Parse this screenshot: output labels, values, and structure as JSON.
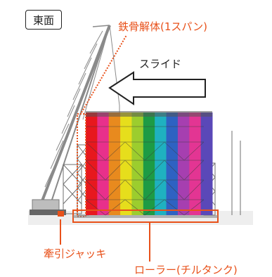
{
  "labels": {
    "view": "東面",
    "dismantle": "鉄骨解体(1スパン)",
    "slide": "スライド",
    "jack": "牽引ジャッキ",
    "roller": "ローラー(チルタンク)"
  },
  "colors": {
    "accent": "#e8511a",
    "bands": [
      "#e7181e",
      "#e8308b",
      "#e88a1e",
      "#e6de1c",
      "#9ccd2e",
      "#1d9b45",
      "#1fb1c0",
      "#2e62c2",
      "#a63fb0",
      "#e33593",
      "#5a48b8"
    ]
  }
}
